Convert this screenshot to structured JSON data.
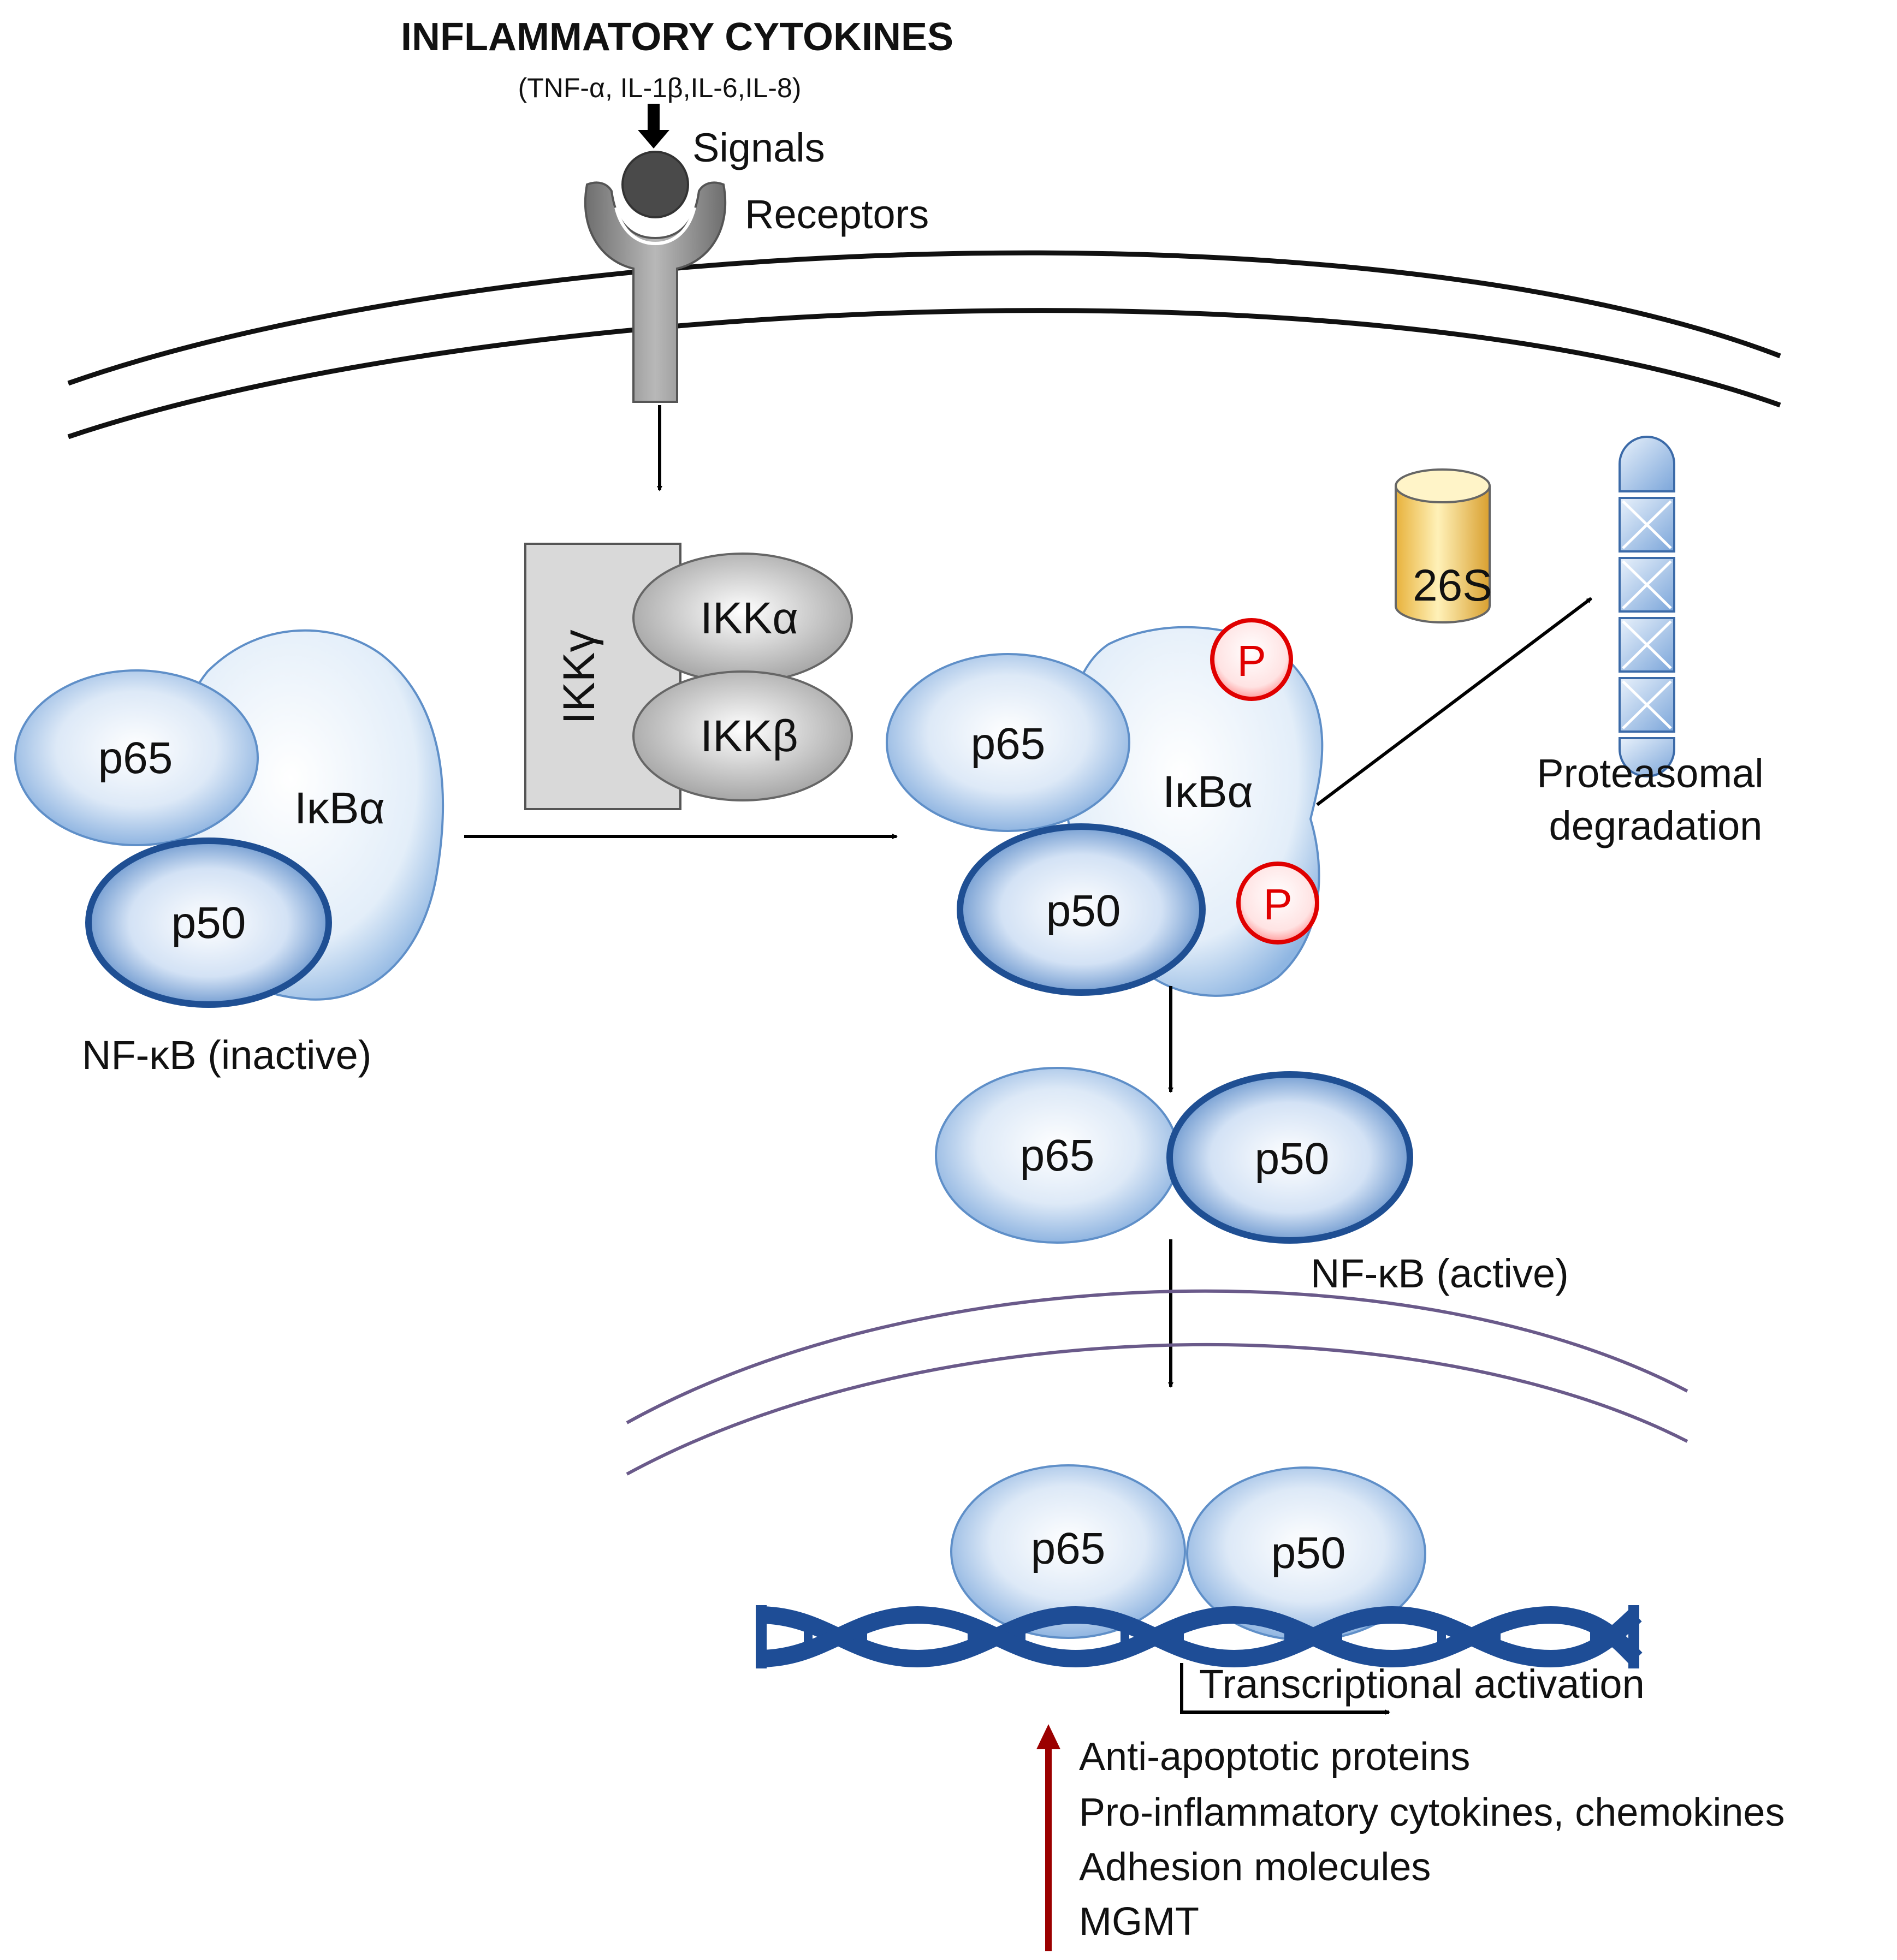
{
  "title": "INFLAMMATORY CYTOKINES",
  "cytokine_list": "(TNF-α,  IL-1β,IL-6,IL-8)",
  "signals_label": "Signals",
  "receptors_label": "Receptors",
  "ikk": {
    "gamma": "IKKγ",
    "alpha": "IKKα",
    "beta": "IKKβ"
  },
  "inactive_complex": {
    "p65": "p65",
    "p50": "p50",
    "ikba": "IκBα",
    "label": "NF-κB (inactive)"
  },
  "phospho_complex": {
    "p65": "p65",
    "p50": "p50",
    "ikba": "IκBα",
    "phos1": "P",
    "phos2": "P"
  },
  "proteasome": {
    "label": "26S",
    "degradation_line1": "Proteasomal",
    "degradation_line2": "degradation"
  },
  "active_complex": {
    "p65": "p65",
    "p50": "p50",
    "label": "NF-κB (active)"
  },
  "dna_complex": {
    "p65": "p65",
    "p50": "p50"
  },
  "transcription_label": "Transcriptional activation",
  "outcomes": [
    "Anti-apoptotic proteins",
    "Pro-inflammatory  cytokines, chemokines",
    "Adhesion molecules",
    "MGMT"
  ],
  "colors": {
    "protein_fill_center": "#ffffff",
    "protein_fill_edge": "#6f9fd6",
    "protein_stroke": "#2e5f9e",
    "dna": "#1e4d96",
    "phospho": "#e00000",
    "upregulation_arrow": "#9b0000",
    "nuclear_membrane": "#6a5a8a"
  }
}
